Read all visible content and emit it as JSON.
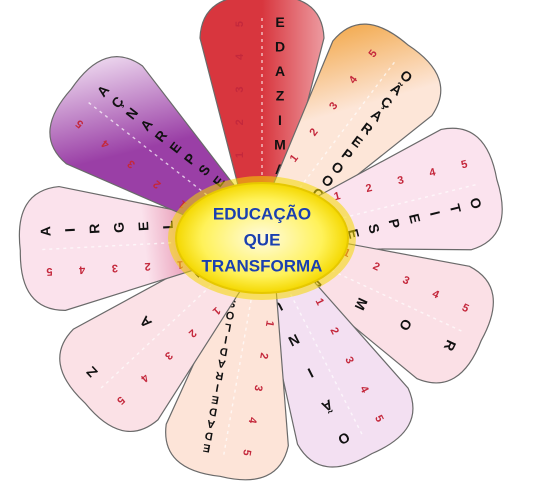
{
  "center": {
    "lines": [
      "EDUCAÇÃO",
      "QUE",
      "TRANSFORMA"
    ],
    "text_color": "#1a3fb0",
    "fill_inner": "#fffbe0",
    "fill_mid": "#fff25a",
    "fill_outer": "#f4d800"
  },
  "scale_numbers": [
    "1",
    "2",
    "3",
    "4",
    "5"
  ],
  "number_color": "#c4283c",
  "label_color": "#111111",
  "petals": [
    {
      "id": "amizade",
      "label": "AMIZADE",
      "color_tip": "#d8363e",
      "color_base": "#fbe2e6"
    },
    {
      "id": "cooperacao",
      "label": "COOPERAÇÃO",
      "color_tip": "#f09a2a",
      "color_base": "#fde6d8"
    },
    {
      "id": "respeito",
      "label": "RESPEITO",
      "color_tip": "#c8336a",
      "color_base": "#fbe3ee"
    },
    {
      "id": "amor",
      "label": "AMOR",
      "color_tip": "#d82d48",
      "color_base": "#fbe0e6"
    },
    {
      "id": "uniao",
      "label": "UNIÃO",
      "color_tip": "#a23da2",
      "color_base": "#f3e0f2"
    },
    {
      "id": "solidariedade",
      "label": "SOLIDARIEDADE",
      "color_tip": "#ee8a2c",
      "color_base": "#fde4d8"
    },
    {
      "id": "paz",
      "label": "PAZ",
      "color_tip": "#d63246",
      "color_base": "#fbe1e6"
    },
    {
      "id": "alegria",
      "label": "ALEGRIA",
      "color_tip": "#cc3166",
      "color_base": "#fbe2ec"
    },
    {
      "id": "esperanca",
      "label": "ESPERANÇA",
      "color_tip": "#9a3fa6",
      "color_base": "#f2e1f3"
    }
  ]
}
